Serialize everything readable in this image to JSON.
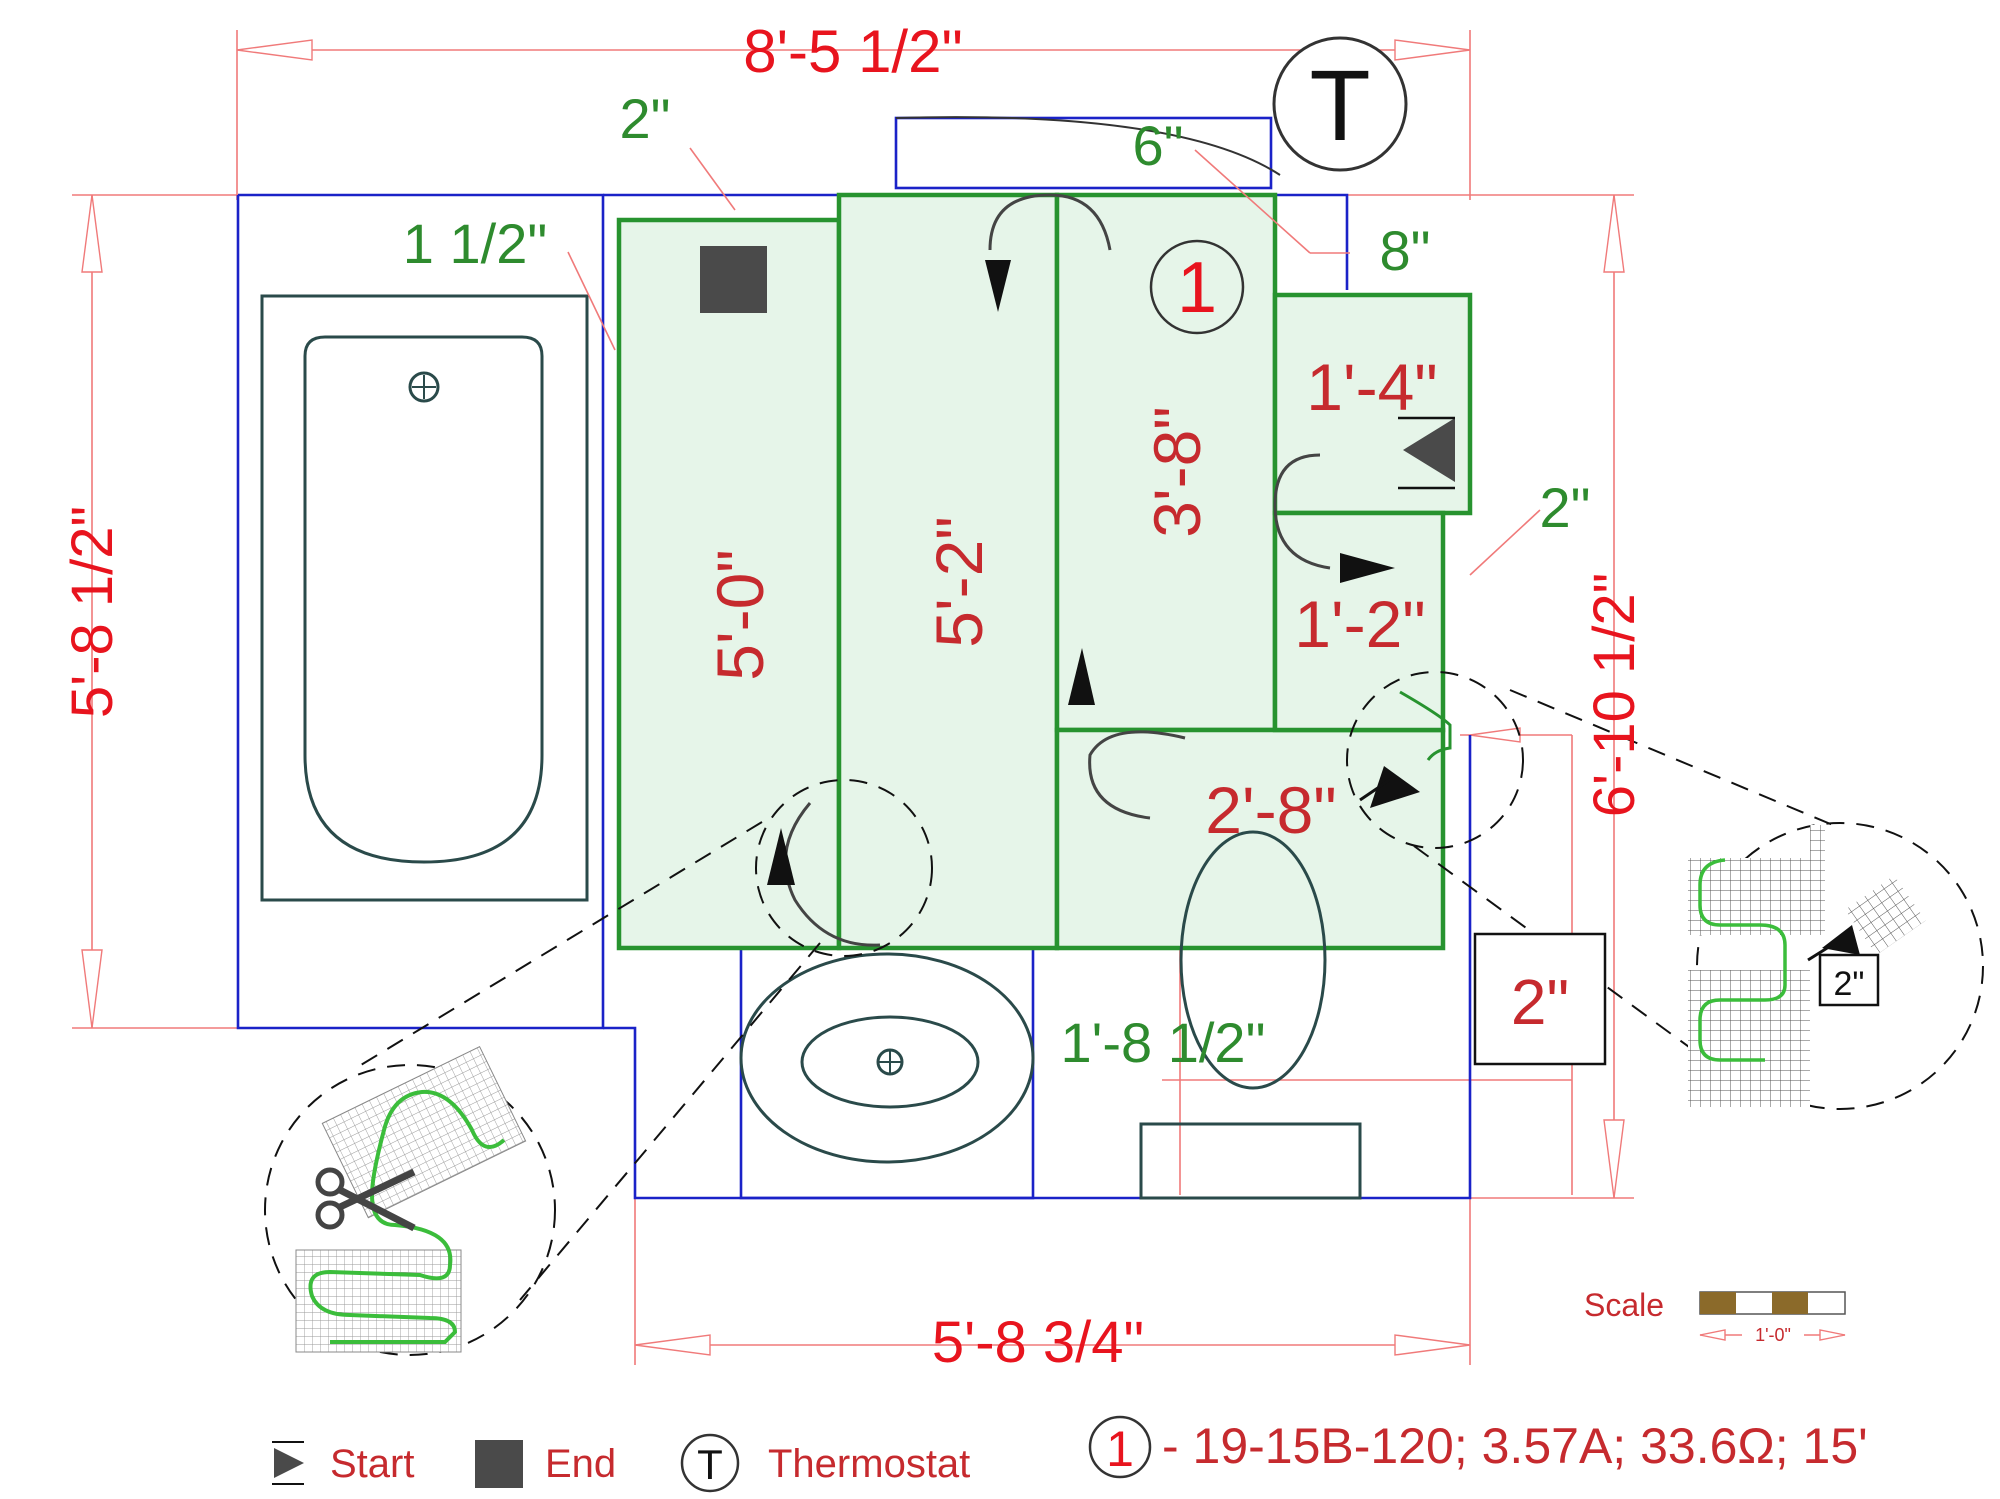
{
  "dimensions": {
    "overall_width": "8'-5 1/2\"",
    "bottom_width": "5'-8 3/4\"",
    "left_height": "5'-8 1/2\"",
    "right_height": "6'-10 1/2\"",
    "gap_top_2": "2\"",
    "gap_6": "6\"",
    "gap_1_5": "1 1/2\"",
    "gap_8": "8\"",
    "gap_right_2": "2\"",
    "vanity_gap": "1'-8 1/2\"",
    "box_2": "2\""
  },
  "mat_strips": {
    "strip_1": "5'-0\"",
    "strip_2": "5'-2\"",
    "strip_3": "3'-8\"",
    "strip_4": "1'-4\"",
    "strip_5": "1'-2\"",
    "strip_6": "2'-8\""
  },
  "markers": {
    "thermostat_symbol": "T",
    "circuit_number": "1",
    "detail_2": "2\""
  },
  "legend": {
    "start_label": "Start",
    "end_label": "End",
    "thermostat_symbol": "T",
    "thermostat_label": "Thermostat",
    "circuit_symbol": "1",
    "circuit_spec": "- 19-15B-120; 3.57A; 33.6Ω; 15'"
  },
  "scale": {
    "label": "Scale",
    "length": "1'-0\""
  },
  "colors": {
    "dimension_red": "#e8141e",
    "strip_label_red": "#c62a2e",
    "clearance_green": "#2e8b2e",
    "wall_blue": "#1a22c8",
    "mat_fill": "#e6f5e9",
    "mat_outline": "#27932f",
    "scale_brown": "#8b6a2a"
  }
}
